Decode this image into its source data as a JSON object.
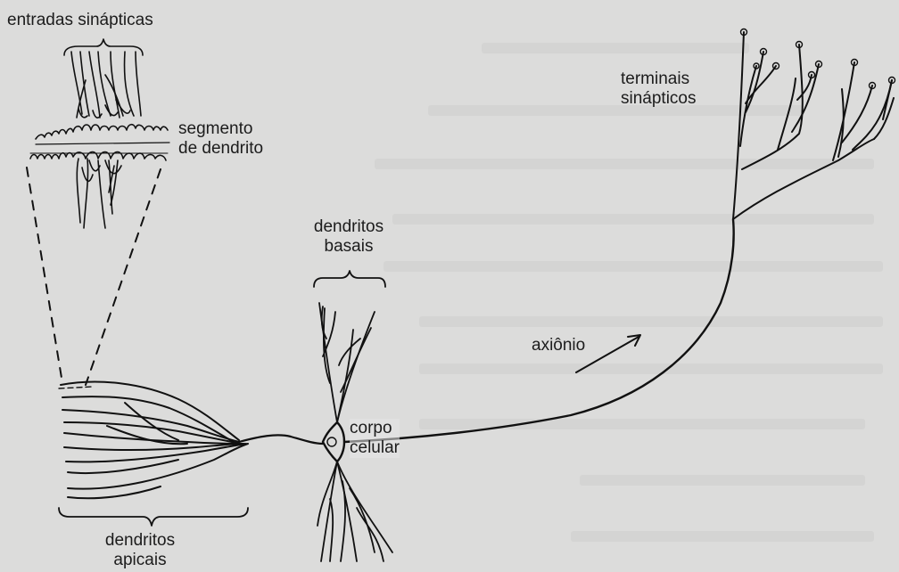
{
  "labels": {
    "synaptic_inputs": "entradas sinápticas",
    "dendrite_segment_line1": "segmento",
    "dendrite_segment_line2": "de dendrito",
    "basal_dendrites_line1": "dendritos",
    "basal_dendrites_line2": "basais",
    "cell_body_line1": "corpo",
    "cell_body_line2": "celular",
    "axon": "axiônio",
    "synaptic_terminals_line1": "terminais",
    "synaptic_terminals_line2": "sinápticos",
    "apical_dendrites_line1": "dendritos",
    "apical_dendrites_line2": "apicais"
  },
  "colors": {
    "ink": "#111111",
    "paper": "#dcdcdb"
  }
}
